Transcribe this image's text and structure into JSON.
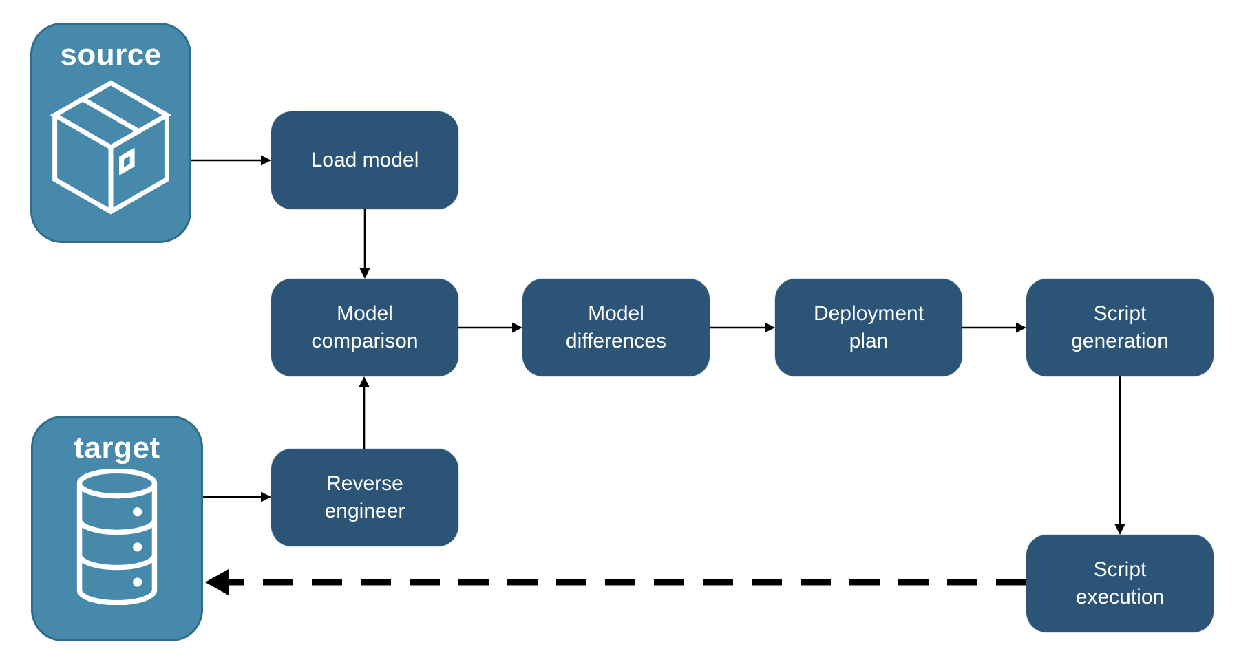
{
  "diagram": {
    "panels": {
      "source": {
        "label": "source",
        "icon": "package-icon"
      },
      "target": {
        "label": "target",
        "icon": "database-icon"
      }
    },
    "nodes": {
      "load_model": {
        "label": "Load model"
      },
      "model_comparison": {
        "label": "Model comparison"
      },
      "model_differences": {
        "label": "Model differences"
      },
      "deployment_plan": {
        "label": "Deployment plan"
      },
      "script_generation": {
        "label": "Script generation"
      },
      "reverse_engineer": {
        "label": "Reverse engineer"
      },
      "script_execution": {
        "label": "Script execution"
      }
    },
    "edges": [
      {
        "from": "source",
        "to": "load_model",
        "style": "solid"
      },
      {
        "from": "load_model",
        "to": "model_comparison",
        "style": "solid"
      },
      {
        "from": "target",
        "to": "reverse_engineer",
        "style": "solid"
      },
      {
        "from": "reverse_engineer",
        "to": "model_comparison",
        "style": "solid"
      },
      {
        "from": "model_comparison",
        "to": "model_differences",
        "style": "solid"
      },
      {
        "from": "model_differences",
        "to": "deployment_plan",
        "style": "solid"
      },
      {
        "from": "deployment_plan",
        "to": "script_generation",
        "style": "solid"
      },
      {
        "from": "script_generation",
        "to": "script_execution",
        "style": "solid"
      },
      {
        "from": "script_execution",
        "to": "target",
        "style": "dashed"
      }
    ],
    "colors": {
      "node_fill": "#2c5476",
      "panel_fill": "#4689aa",
      "panel_border": "#2f6d8a",
      "text": "#ffffff",
      "arrow": "#000000",
      "background": "#ffffff"
    }
  }
}
